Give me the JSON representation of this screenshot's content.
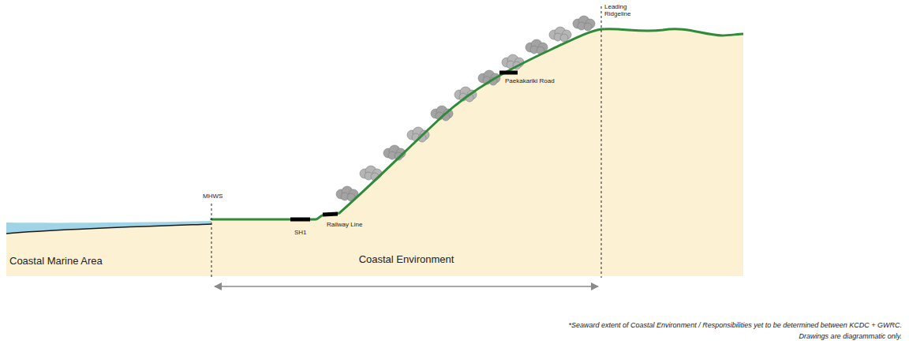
{
  "diagram": {
    "labels": [
      "Leading Ridgeline",
      "Paekakariki Road",
      "MHWS",
      "SH1",
      "Railway Line",
      "Coastal Marine Area",
      "Coastal Environment",
      "*Seaward extent of Coastal Environment / Responsibilities yet to be determined between KCDC + GWRC.",
      "Drawings are diagrammatic only."
    ]
  }
}
